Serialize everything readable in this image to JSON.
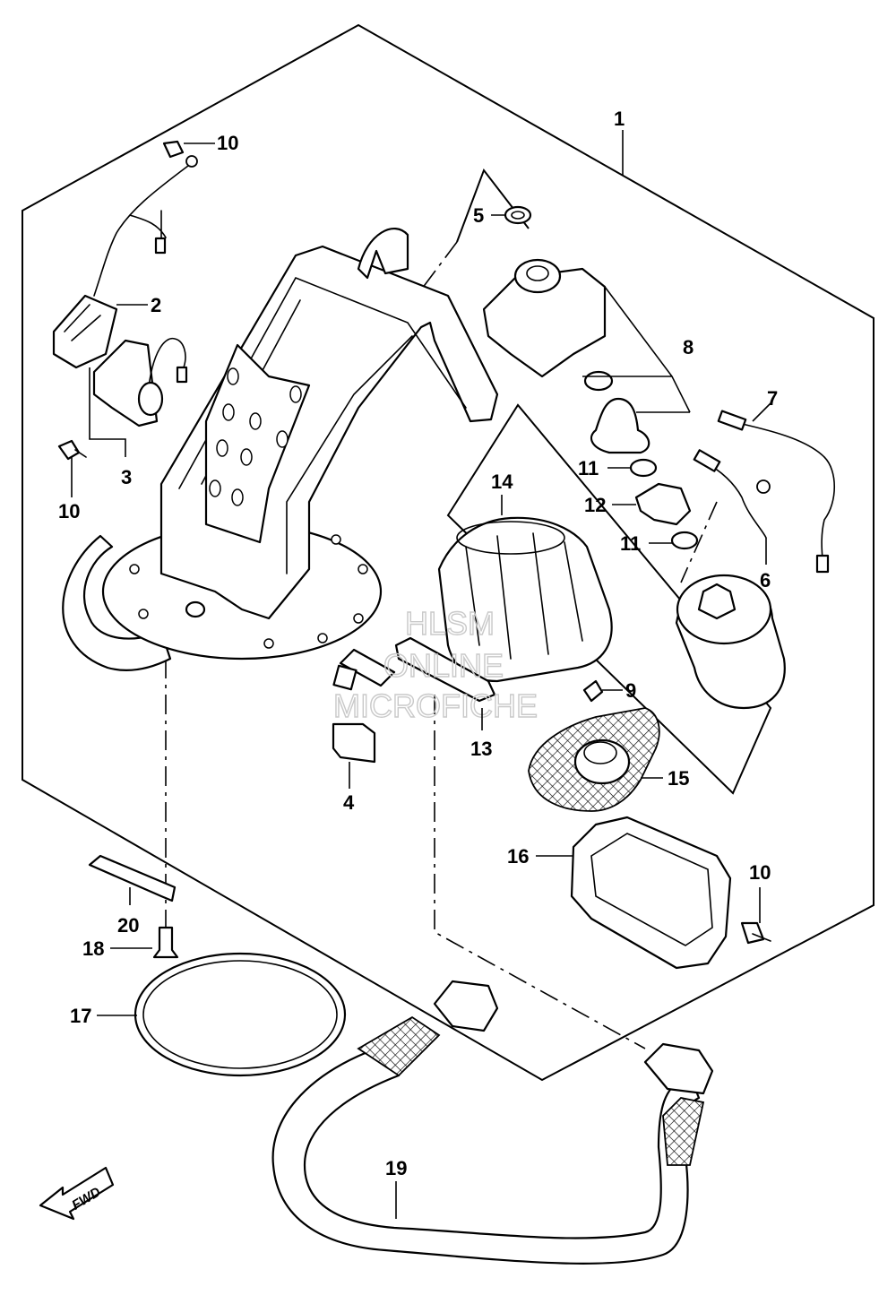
{
  "diagram": {
    "callouts": [
      {
        "id": "c1",
        "label": "1"
      },
      {
        "id": "c2",
        "label": "2"
      },
      {
        "id": "c3",
        "label": "3"
      },
      {
        "id": "c4",
        "label": "4"
      },
      {
        "id": "c5",
        "label": "5"
      },
      {
        "id": "c6",
        "label": "6"
      },
      {
        "id": "c7",
        "label": "7"
      },
      {
        "id": "c8",
        "label": "8"
      },
      {
        "id": "c9",
        "label": "9"
      },
      {
        "id": "c10a",
        "label": "10"
      },
      {
        "id": "c10b",
        "label": "10"
      },
      {
        "id": "c10c",
        "label": "10"
      },
      {
        "id": "c11a",
        "label": "11"
      },
      {
        "id": "c11b",
        "label": "11"
      },
      {
        "id": "c12",
        "label": "12"
      },
      {
        "id": "c13",
        "label": "13"
      },
      {
        "id": "c14",
        "label": "14"
      },
      {
        "id": "c15",
        "label": "15"
      },
      {
        "id": "c16",
        "label": "16"
      },
      {
        "id": "c17",
        "label": "17"
      },
      {
        "id": "c18",
        "label": "18"
      },
      {
        "id": "c19",
        "label": "19"
      },
      {
        "id": "c20",
        "label": "20"
      }
    ],
    "fwd_label": "FWD",
    "watermark": [
      "HLSM",
      "ONLINE",
      "MICROFICHE"
    ]
  }
}
